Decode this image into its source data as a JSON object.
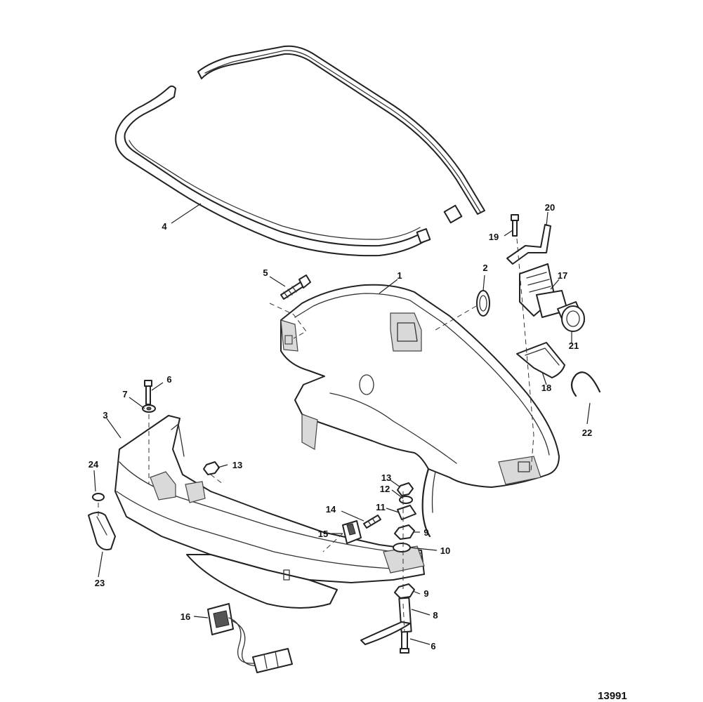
{
  "callouts": [
    "1",
    "2",
    "3",
    "4",
    "5",
    "6",
    "6",
    "7",
    "8",
    "9",
    "9",
    "10",
    "11",
    "12",
    "13",
    "13",
    "14",
    "15",
    "16",
    "17",
    "18",
    "19",
    "20",
    "21",
    "22",
    "23",
    "24"
  ],
  "figure_ref": "13991"
}
